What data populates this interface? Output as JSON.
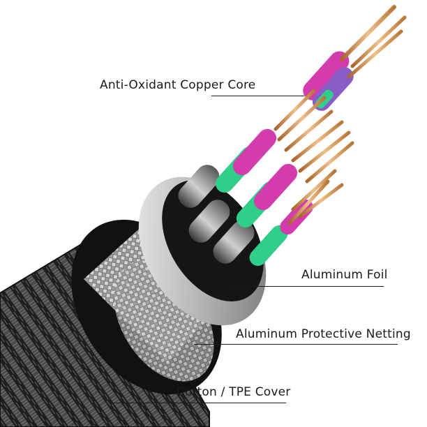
{
  "labels": {
    "copper_core": "Anti-Oxidant Copper Core",
    "aluminum_foil": "Aluminum Foil",
    "protective_netting": "Aluminum Protective Netting",
    "cover": "Cotton / TPE Cover"
  },
  "colors": {
    "background": "#ffffff",
    "text": "#1a1a1a",
    "braid_outer": "#2b2b2b",
    "aluminum": "#b9b9b9",
    "copper": "#d99a55",
    "insulation_green": "#2fcf8a",
    "insulation_magenta": "#d43cae",
    "insulation_purple": "#8a5cc8"
  }
}
